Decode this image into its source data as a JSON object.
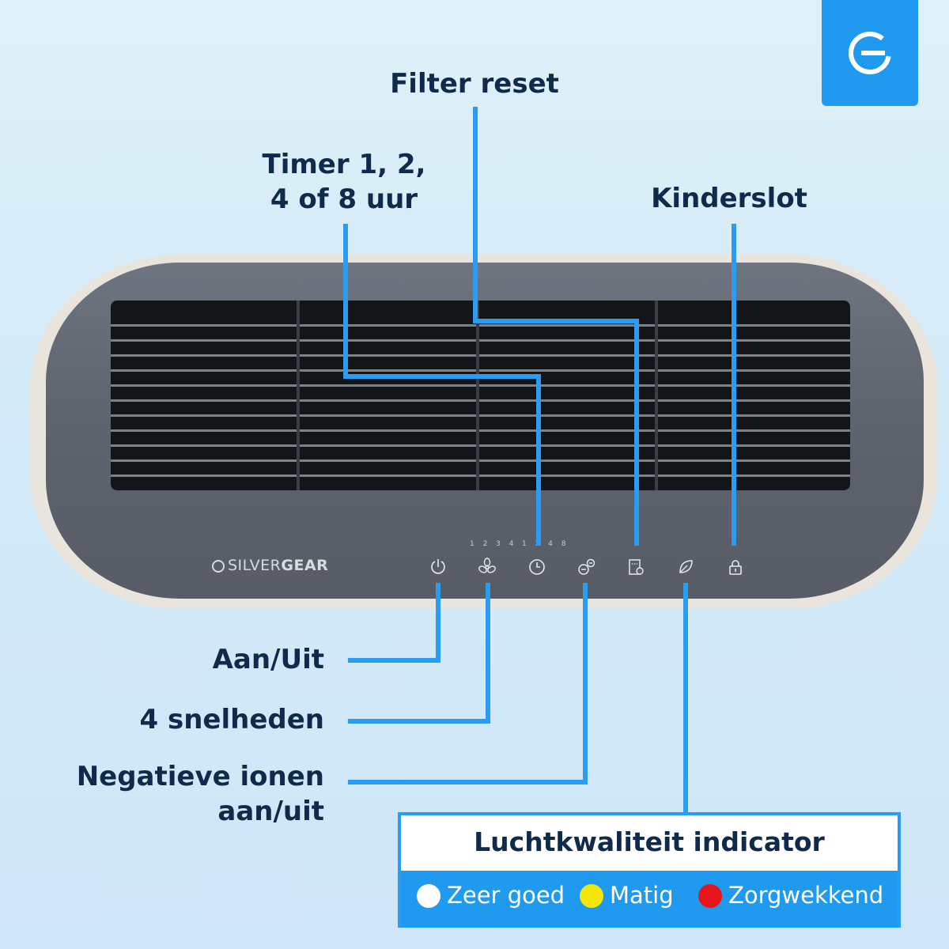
{
  "labels": {
    "filter_reset": "Filter reset",
    "timer_line1": "Timer 1, 2,",
    "timer_line2": "4 of 8 uur",
    "kinderslot": "Kinderslot",
    "aan_uit": "Aan/Uit",
    "snelheden": "4 snelheden",
    "ionen_line1": "Negatieve ionen",
    "ionen_line2": "aan/uit"
  },
  "device": {
    "brand_prefix": "SILVER",
    "brand_suffix": "GEAR",
    "speed_dots": "1 2 3 4",
    "timer_dots": "1 2 4 8",
    "controls": [
      "power-icon",
      "fan-speed-icon",
      "timer-clock-icon",
      "ionizer-icon",
      "filter-reset-icon",
      "leaf-icon",
      "lock-icon"
    ]
  },
  "air_quality": {
    "title": "Luchtkwaliteit indicator",
    "levels": [
      {
        "label": "Zeer goed",
        "color": "#ffffff"
      },
      {
        "label": "Matig",
        "color": "#f5e60a"
      },
      {
        "label": "Zorgwekkend",
        "color": "#e8141c"
      }
    ]
  },
  "colors": {
    "accent": "#2a9cf2",
    "text": "#102a4c",
    "badge": "#1f9aef"
  }
}
